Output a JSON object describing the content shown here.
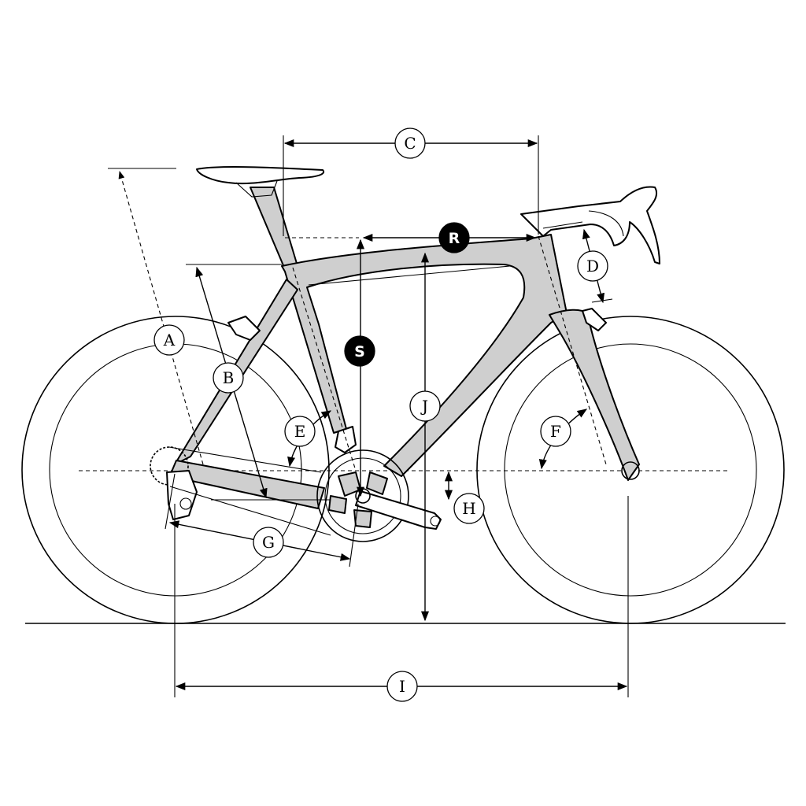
{
  "diagram": {
    "labels": {
      "A": "A",
      "B": "B",
      "C": "C",
      "D": "D",
      "E": "E",
      "F": "F",
      "G": "G",
      "H": "H",
      "I": "I",
      "J": "J",
      "R": "R",
      "S": "S"
    },
    "colors": {
      "frame_fill": "#cfcfcf",
      "line": "#000000",
      "background": "#ffffff",
      "marker_dark": "#000000",
      "marker_light": "#ffffff"
    }
  }
}
